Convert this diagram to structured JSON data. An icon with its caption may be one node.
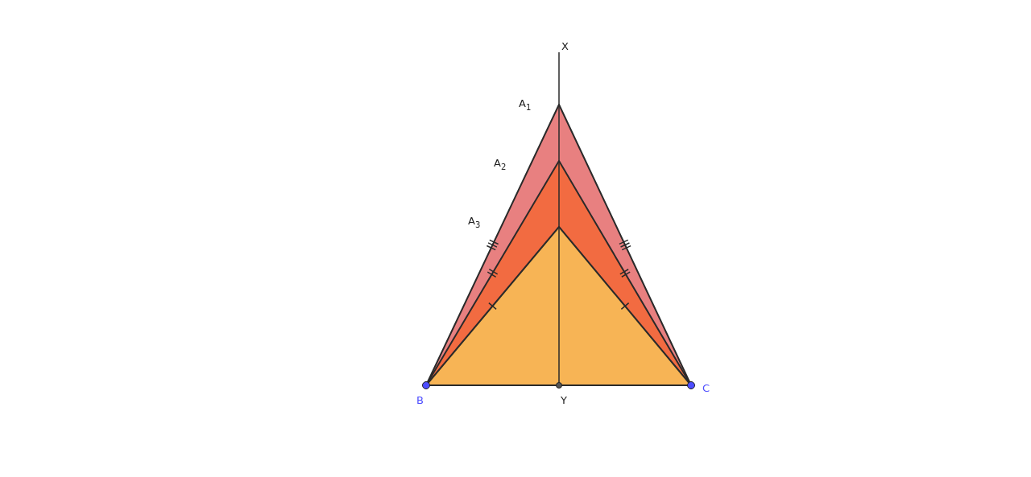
{
  "diagram": {
    "labels": [
      "X",
      "A$_{1}$",
      "A$_{2}$",
      "A$_{3}$",
      "B",
      "Y",
      "C"
    ]
  }
}
